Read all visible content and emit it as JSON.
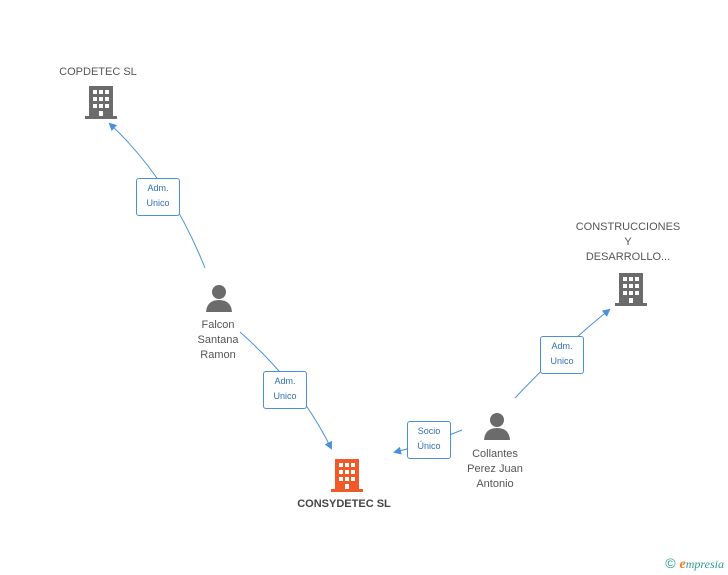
{
  "nodes": {
    "copdetec": {
      "label": "COPDETEC SL"
    },
    "construcciones": {
      "label_lines": [
        "CONSTRUCCIONES",
        "Y",
        "DESARROLLO..."
      ]
    },
    "falcon": {
      "label_lines": [
        "Falcon",
        "Santana",
        "Ramon"
      ]
    },
    "collantes": {
      "label_lines": [
        "Collantes",
        "Perez Juan",
        "Antonio"
      ]
    },
    "consydetec": {
      "label": "CONSYDETEC SL"
    }
  },
  "edges": {
    "falcon_copdetec": {
      "lines": [
        "Adm.",
        "Unico"
      ]
    },
    "falcon_consydetec": {
      "lines": [
        "Adm.",
        "Unico"
      ]
    },
    "collantes_construcciones": {
      "lines": [
        "Adm.",
        "Unico"
      ]
    },
    "collantes_consydetec": {
      "lines": [
        "Socio",
        "Único"
      ]
    }
  },
  "colors": {
    "company": "#6b6b6b",
    "main_company": "#f05a28",
    "person": "#6b6b6b",
    "edge": "#4a90d9"
  },
  "footer": {
    "copyright": "©",
    "brand_initial": "e",
    "brand_rest": "mpresia"
  }
}
